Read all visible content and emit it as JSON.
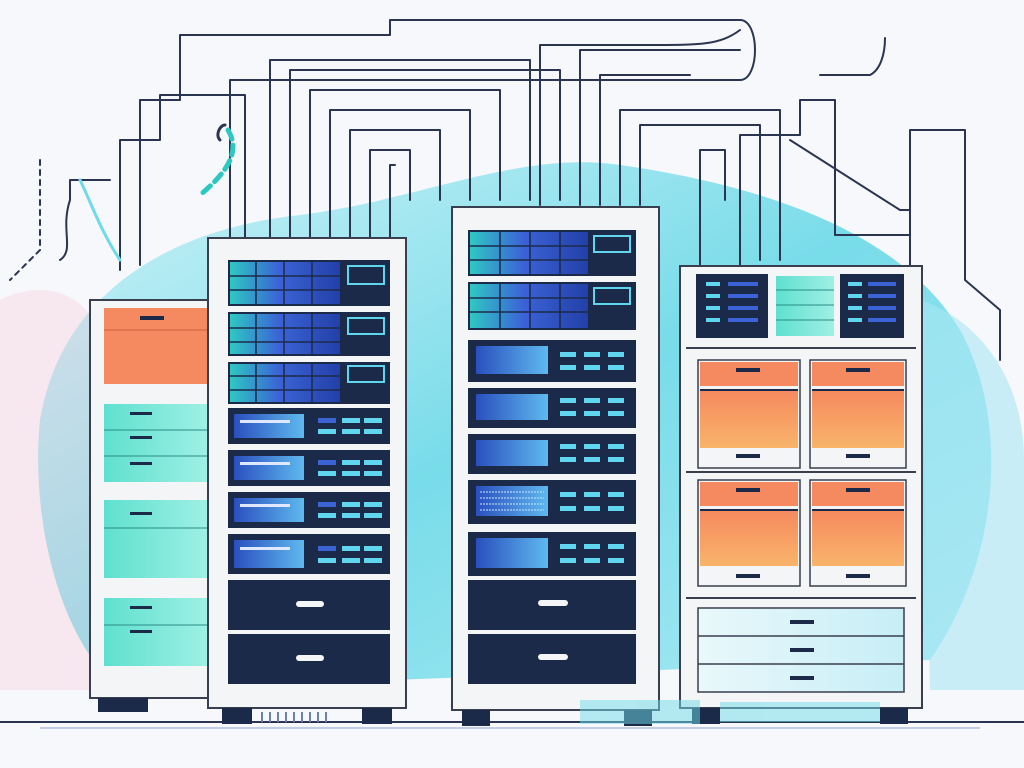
{
  "palette": {
    "background": "#f7f8fb",
    "blob": "#6fdbe8",
    "blob_light": "#bfeff6",
    "frame": "#f4f5f7",
    "frame_stroke": "#3a3f4f",
    "navy": "#1c2a4a",
    "navy_dark": "#16213b",
    "teal": "#2ec8c2",
    "blue": "#3b63d6",
    "cyan": "#5fd6ee",
    "orange": "#f5895f",
    "orange_light": "#f9b46a",
    "mint": "#8eeede",
    "wire": "#2b3552"
  },
  "racks": [
    {
      "id": "rack-far-left",
      "type": "cabinet"
    },
    {
      "id": "rack-left",
      "type": "server"
    },
    {
      "id": "rack-center",
      "type": "server"
    },
    {
      "id": "rack-right",
      "type": "cabinet"
    }
  ],
  "icons": [
    "server-rack-icon",
    "cable-bundle-icon",
    "storage-cabinet-icon"
  ]
}
